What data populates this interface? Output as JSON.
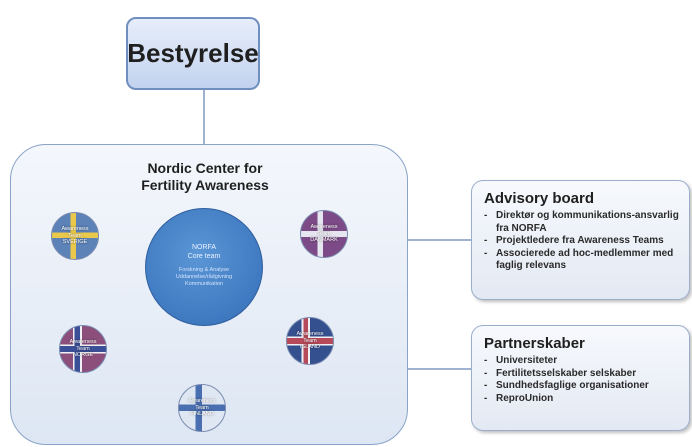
{
  "top_box": {
    "label": "Bestyrelse"
  },
  "main_box": {
    "title_line1": "Nordic Center for",
    "title_line2": "Fertility Awareness"
  },
  "core": {
    "line1": "NORFA",
    "line2": "Core team",
    "sub1": "Forskning & Analyse",
    "sub2": "Uddannelse/rådgivning",
    "sub3": "Kommunikation"
  },
  "teams": {
    "sweden": "Awareness\nTeam\nSVERIGE",
    "denmark": "Awareness\nTeam\nDANMARK",
    "norway": "Awareness\nTeam\nNORGE",
    "iceland": "Awareness\nTeam\nISLAND",
    "finland": "Awareness\nTeam\nFINLAND"
  },
  "advisory": {
    "title": "Advisory board",
    "items": [
      "Direktør og kommunikations-ansvarlig fra NORFA",
      "Projektledere fra Awareness Teams",
      "Associerede ad hoc-medlemmer med faglig relevans"
    ]
  },
  "partner": {
    "title": "Partnerskaber",
    "items": [
      "Universiteter",
      "Fertilitetsselskaber selskaber",
      "Sundhedsfaglige organisationer",
      "ReproUnion"
    ]
  },
  "colors": {
    "core": "#4a84c8",
    "box_border": "#8aa3c8",
    "connector": "#9fb3d0"
  }
}
